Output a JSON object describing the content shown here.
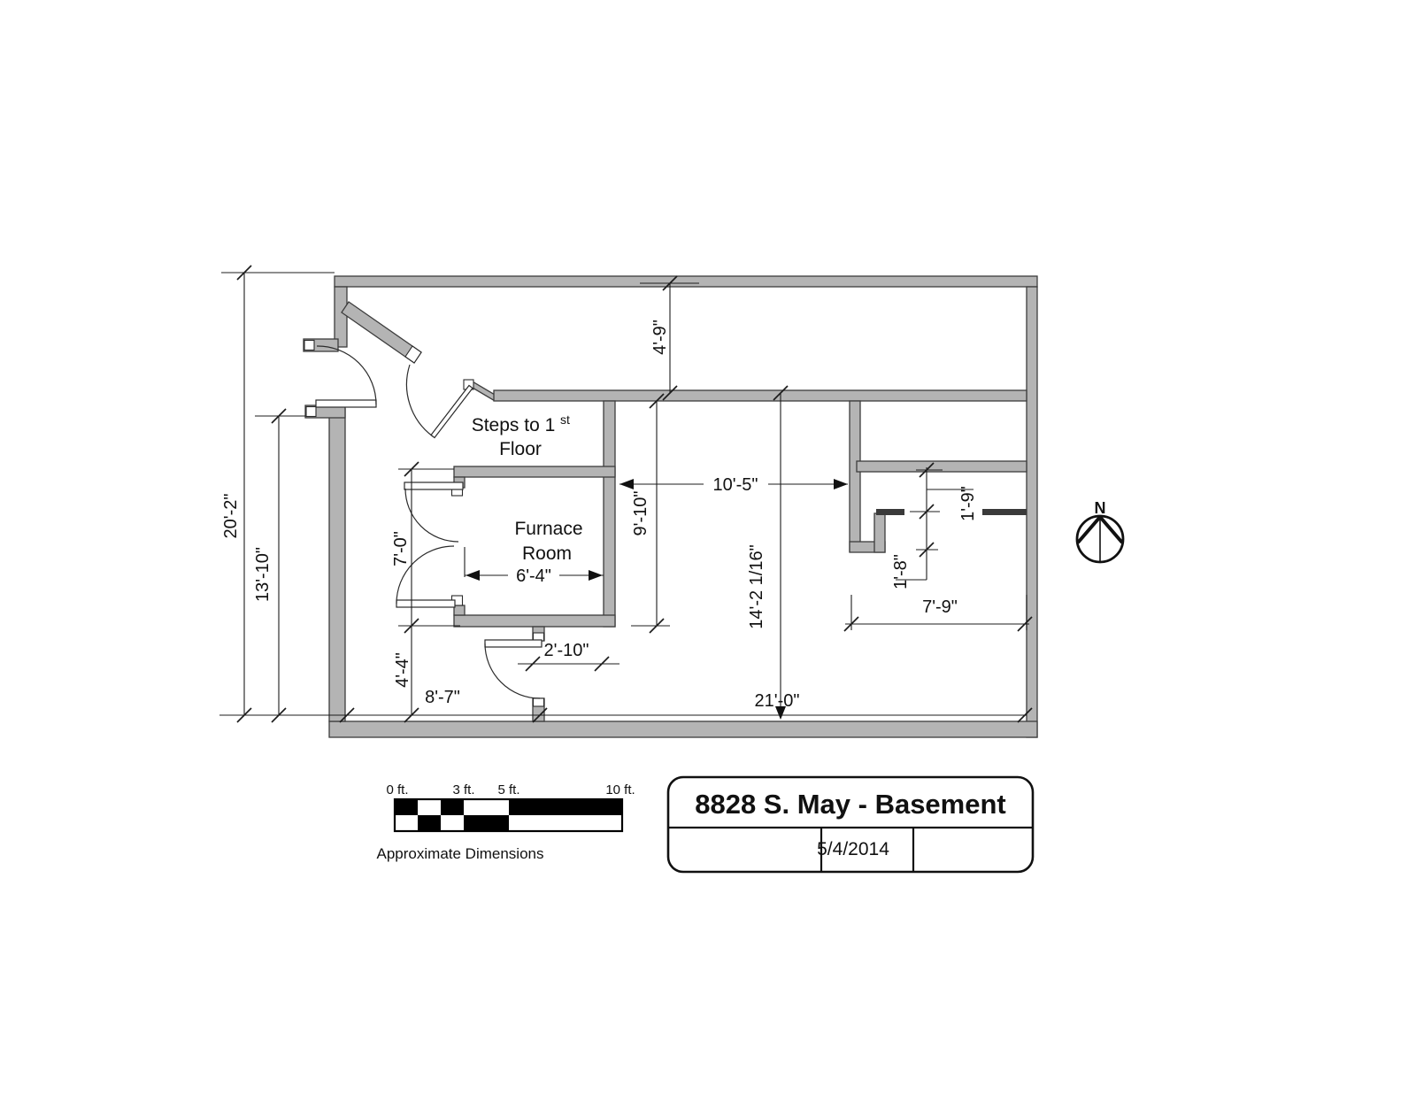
{
  "plan": {
    "labels": {
      "steps_line1": "Steps to 1",
      "steps_superscript": "st",
      "steps_line2": "Floor",
      "furnace_line1": "Furnace",
      "furnace_line2": "Room"
    },
    "dimensions": {
      "overall_left": "20'-2\"",
      "left_interior": "13'-10\"",
      "top_corridor": "4'-9\"",
      "main_room_width": "10'-5\"",
      "main_room_height": "9'-10\"",
      "right_interior": "14'-2 1/16\"",
      "nook_upper": "1'-9\"",
      "nook_lower": "1'-8\"",
      "nook_width": "7'-9\"",
      "furnace_side": "7'-0\"",
      "hall_lower": "4'-4\"",
      "furnace_width": "6'-4\"",
      "door_opening": "2'-10\"",
      "hall_width": "8'-7\"",
      "bottom_interior": "21'-0\""
    },
    "compass": {
      "north_label": "N"
    }
  },
  "scale_bar": {
    "tick_labels": [
      "0 ft.",
      "3 ft.",
      "5 ft.",
      "10 ft."
    ],
    "caption": "Approximate Dimensions"
  },
  "title_block": {
    "title": "8828 S. May - Basement",
    "date": "5/4/2014"
  },
  "colors": {
    "wall_fill": "#b4b4b4",
    "wall_edge": "#3d3d3d",
    "line_color": "#1c1c1c",
    "background": "#ffffff"
  }
}
